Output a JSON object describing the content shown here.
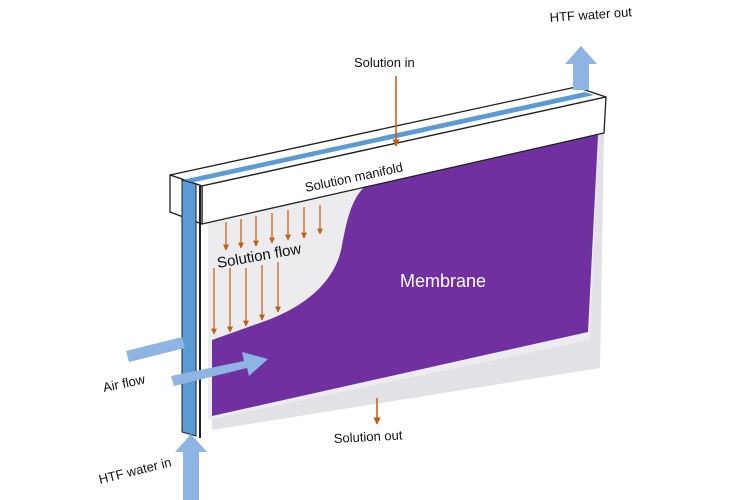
{
  "labels": {
    "solution_in": "Solution in",
    "htf_water_out": "HTF water out",
    "solution_manifold": "Solution manifold",
    "solution_flow": "Solution flow",
    "membrane": "Membrane",
    "air_flow": "Air flow",
    "htf_water_in": "HTF water in",
    "solution_out": "Solution out"
  },
  "colors": {
    "membrane": "#7030a0",
    "shadow": "#e2e2e6",
    "backing": "#ececef",
    "htf_channel": "#5b9bd5",
    "air_arrow": "#8db4e2",
    "solution_arrow": "#c55a11",
    "frame_edge": "#1f1f1f",
    "outline": "#333333"
  }
}
